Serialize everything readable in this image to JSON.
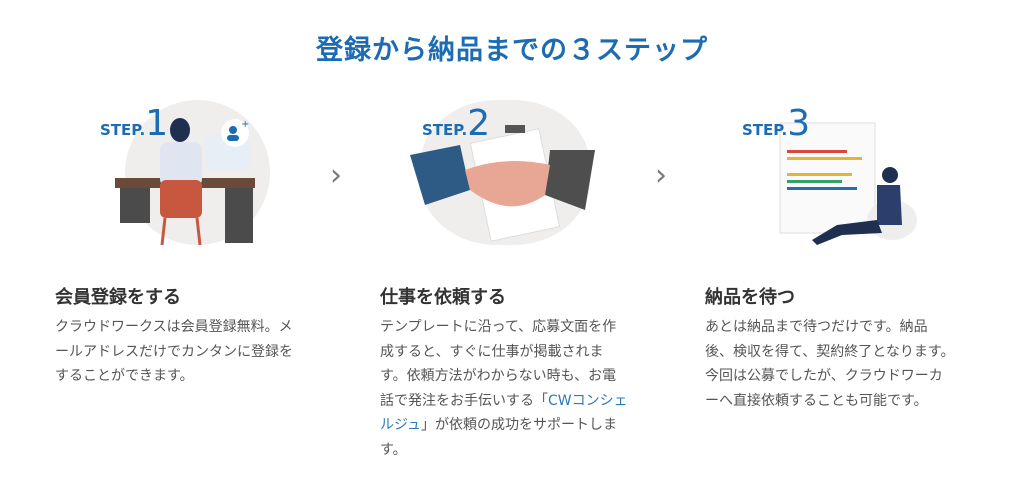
{
  "title": "登録から納品までの３ステップ",
  "steps": [
    {
      "step_prefix": "STEP.",
      "number": "1",
      "heading": "会員登録をする",
      "body": "クラウドワークスは会員登録無料。メールアドレスだけでカンタンに登録をすることができます。"
    },
    {
      "step_prefix": "STEP.",
      "number": "2",
      "heading": "仕事を依頼する",
      "body_before": "テンプレートに沿って、応募文面を作成すると、すぐに仕事が掲載されます。依頼方法がわからない時も、お電話で発注をお手伝いする「",
      "link": "CWコンシェルジュ",
      "body_after": "」が依頼の成功をサポートします。"
    },
    {
      "step_prefix": "STEP.",
      "number": "3",
      "heading": "納品を待つ",
      "body": "あとは納品まで待つだけです。納品後、検収を得て、契約終了となります。今回は公募でしたが、クラウドワーカーへ直接依頼することも可能です。"
    }
  ],
  "colors": {
    "accent": "#1b6cb2"
  }
}
